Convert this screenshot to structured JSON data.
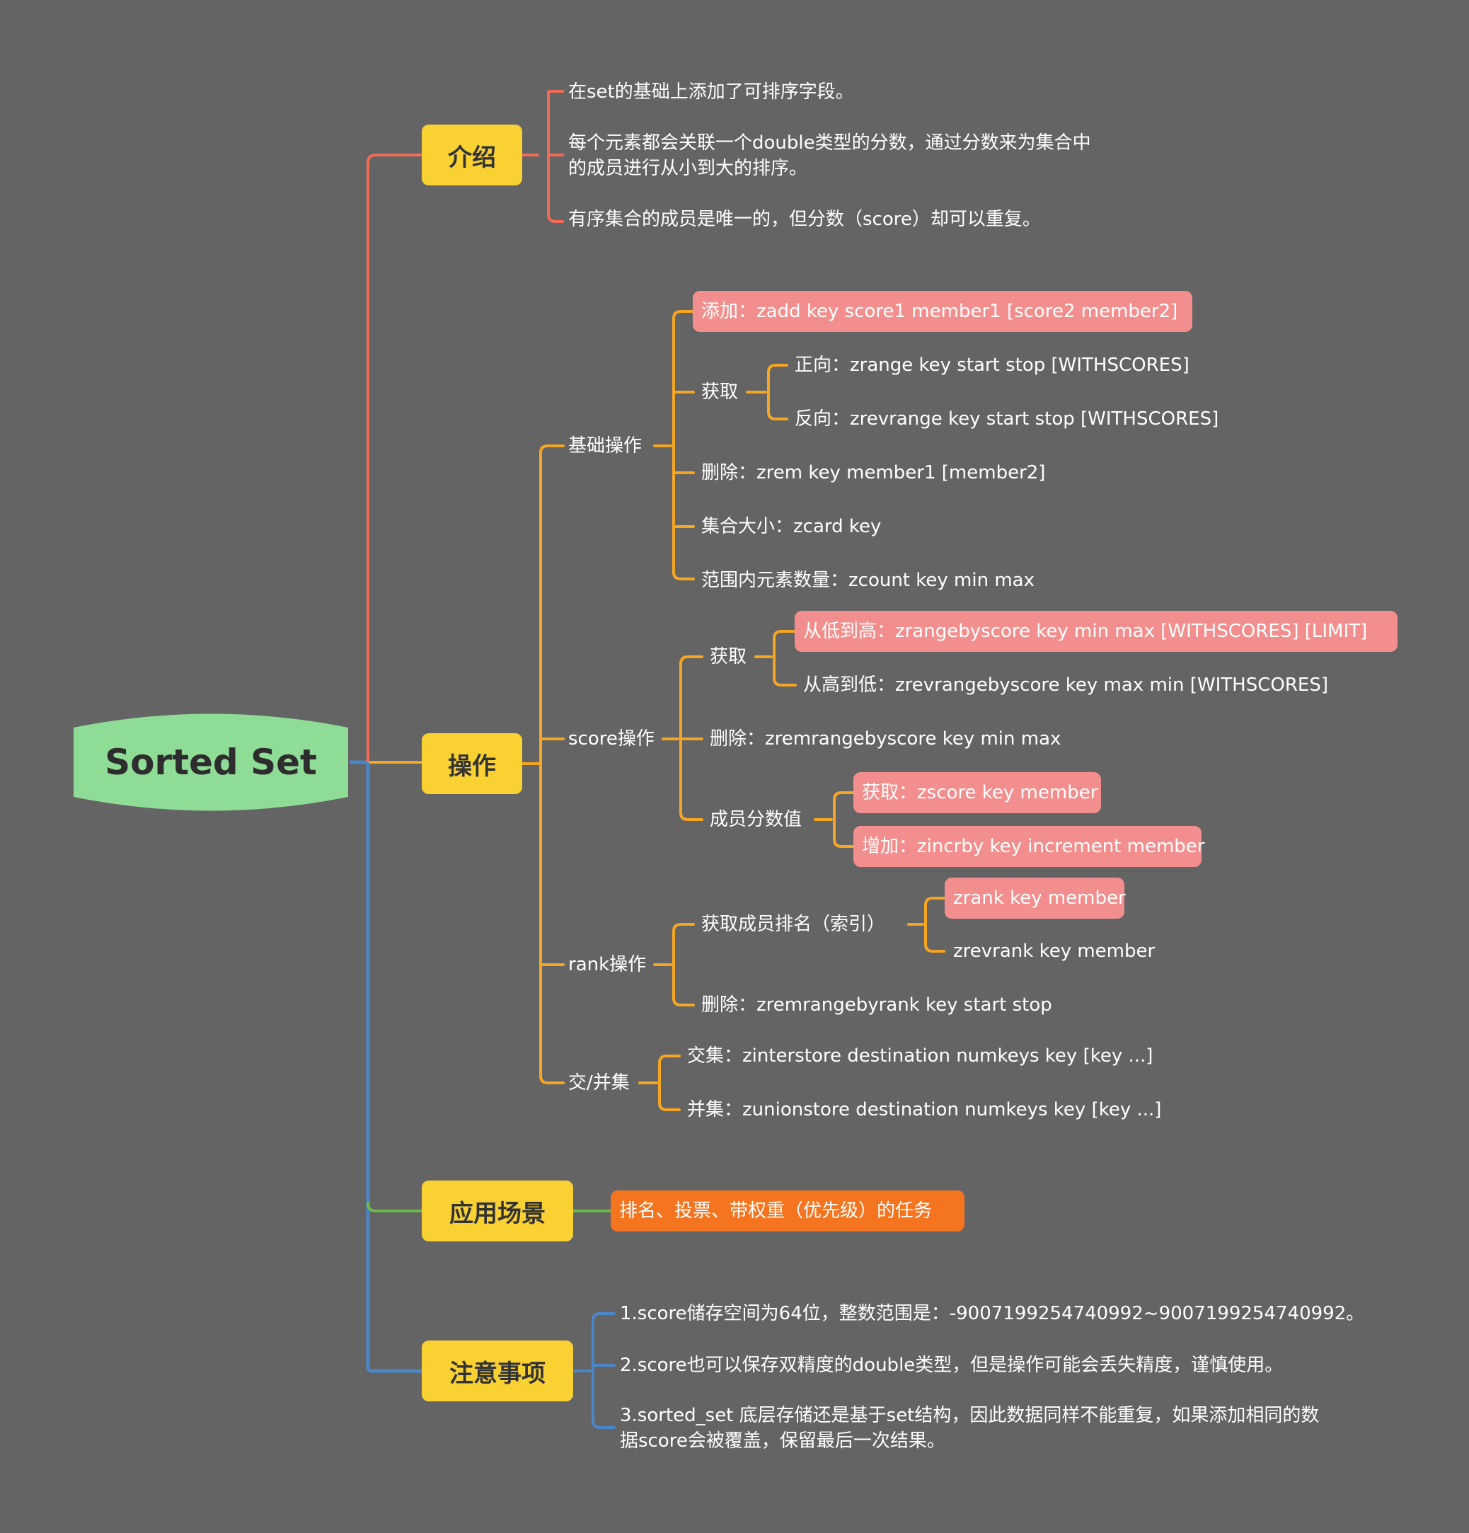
{
  "root": "Sorted Set",
  "intro": {
    "title": "介绍",
    "items": [
      "在set的基础上添加了可排序字段。",
      "每个元素都会关联一个double类型的分数，通过分数来为集合中\n的成员进行从小到大的排序。",
      "有序集合的成员是唯一的，但分数（score）却可以重复。"
    ]
  },
  "ops": {
    "title": "操作",
    "basic": {
      "label": "基础操作",
      "add": "添加：zadd key score1 member1 [score2 member2]",
      "get": {
        "label": "获取",
        "forward": "正向：zrange key start stop [WITHSCORES]",
        "reverse": "反向：zrevrange key start stop [WITHSCORES]"
      },
      "delete": "删除：zrem key member1 [member2]",
      "size": "集合大小：zcard key",
      "count": "范围内元素数量：zcount key min max"
    },
    "score": {
      "label": "score操作",
      "get": {
        "label": "获取",
        "low_high": "从低到高：zrangebyscore key min max [WITHSCORES] [LIMIT]",
        "high_low": "从高到低：zrevrangebyscore key max min [WITHSCORES]"
      },
      "delete": "删除：zremrangebyscore key min max",
      "member": {
        "label": "成员分数值",
        "get": "获取：zscore key member",
        "incr": "增加：zincrby key increment member"
      }
    },
    "rank": {
      "label": "rank操作",
      "get": {
        "label": "获取成员排名（索引）",
        "rank": "zrank key member",
        "revrank": "zrevrank key member"
      },
      "delete": "删除：zremrangebyrank key start stop"
    },
    "setops": {
      "label": "交/并集",
      "inter": "交集：zinterstore destination numkeys key [key ...]",
      "union": "并集：zunionstore destination numkeys key [key ...]"
    }
  },
  "scenario": {
    "title": "应用场景",
    "item": "排名、投票、带权重（优先级）的任务"
  },
  "notes": {
    "title": "注意事项",
    "items": [
      "1.score储存空间为64位，整数范围是：-9007199254740992~9007199254740992。",
      "2.score也可以保存双精度的double类型，但是操作可能会丢失精度，谨慎使用。",
      "3.sorted_set 底层存储还是基于set结构，因此数据同样不能重复，如果添加相同的数\n据score会被覆盖，保留最后一次结果。"
    ]
  },
  "colors": {
    "background": "#646464",
    "root": "#8edc96",
    "category": "#f9d133",
    "highlight": "#f28f8e",
    "scenario_item": "#f5741f",
    "line_intro": "#f26b57",
    "line_ops": "#f5a623",
    "line_scenario": "#6cbb4a",
    "line_notes": "#4a86c8"
  }
}
